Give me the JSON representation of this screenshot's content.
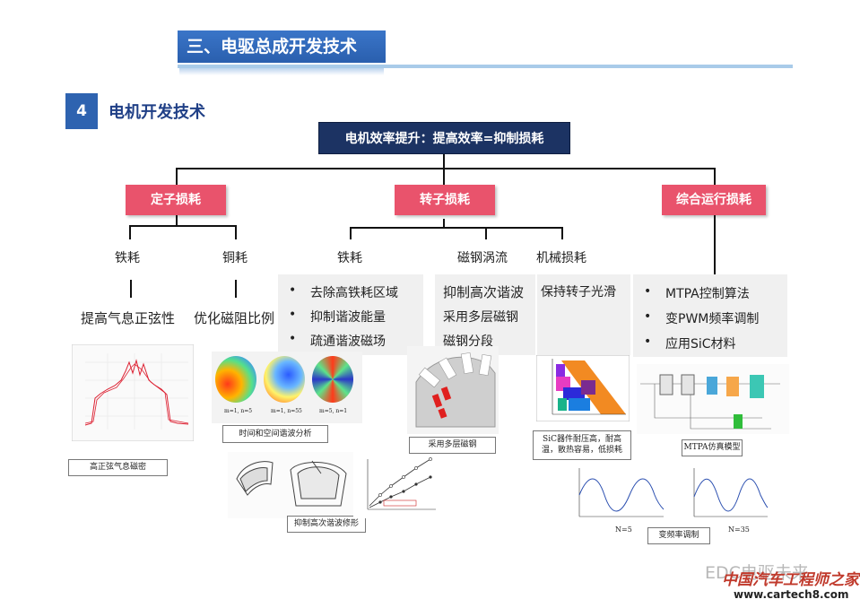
{
  "header": {
    "title": "三、电驱总成开发技术"
  },
  "section": {
    "number": "4",
    "title": "电机开发技术"
  },
  "root": {
    "label": "电机效率提升：提高效率=抑制损耗"
  },
  "categories": [
    {
      "label": "定子损耗"
    },
    {
      "label": "转子损耗"
    },
    {
      "label": "综合运行损耗"
    }
  ],
  "stator": {
    "iron": {
      "label": "铁耗",
      "item": "提高气息正弦性"
    },
    "copper": {
      "label": "铜耗",
      "item": "优化磁阻比例"
    }
  },
  "rotor": {
    "iron": {
      "label": "铁耗",
      "items": [
        "去除高铁耗区域",
        "抑制谐波能量",
        "疏通谐波磁场"
      ]
    },
    "eddy": {
      "label": "磁钢涡流",
      "items": [
        "抑制高次谐波",
        "采用多层磁钢",
        "磁钢分段"
      ]
    },
    "mech": {
      "label": "机械损耗",
      "items": [
        "保持转子光滑"
      ]
    }
  },
  "operation": {
    "items": [
      "MTPA控制算法",
      "变PWM频率调制",
      "应用SiC材料"
    ]
  },
  "bullet": "•",
  "captions": {
    "airgap": "高正弦气息磁密",
    "harmonic": "时间和空间谐波分析",
    "multilayer": "采用多层磁钢",
    "shaping": "抑制高次谐波修形",
    "sic": "SiC器件耐压高，耐高温，散热容易，低损耗",
    "mtpa": "MTPA仿真模型",
    "vfreq": "变频率调制"
  },
  "figure_labels": {
    "harmonic_maps": [
      "m=1, n=5",
      "m=1, n=55",
      "m=5, n=1"
    ],
    "wave_left_n": "N=5",
    "wave_right_n": "N=35"
  },
  "watermark": {
    "text": "EDC电驱未来",
    "brand": "中国汽车工程师之家",
    "url": "www.cartech8.com"
  },
  "colors": {
    "header": "#2e63b0",
    "root": "#1c3363",
    "category": "#e9536c"
  }
}
